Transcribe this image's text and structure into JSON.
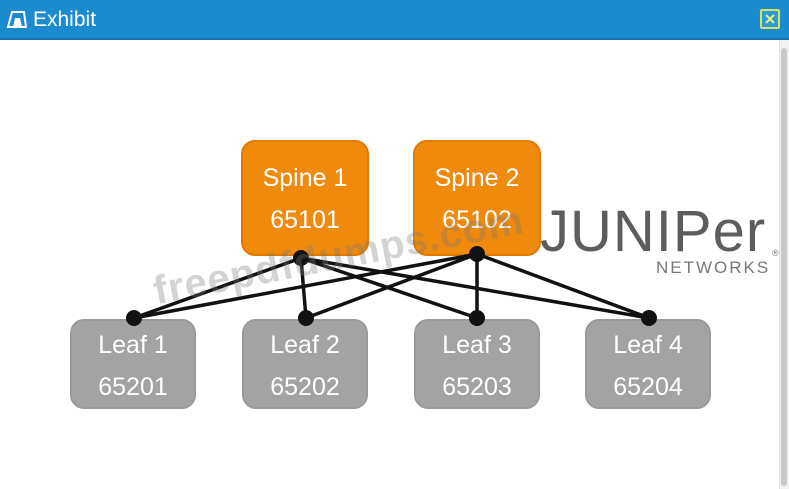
{
  "window": {
    "title": "Exhibit",
    "close_icon": "close-icon"
  },
  "colors": {
    "titlebar": "#1b8bd0",
    "spine": "#f08a0c",
    "leaf": "#a3a3a3",
    "link": "#111111"
  },
  "diagram": {
    "spines": [
      {
        "name": "Spine 1",
        "asn": "65101"
      },
      {
        "name": "Spine 2",
        "asn": "65102"
      }
    ],
    "leaves": [
      {
        "name": "Leaf 1",
        "asn": "65201"
      },
      {
        "name": "Leaf 2",
        "asn": "65202"
      },
      {
        "name": "Leaf 3",
        "asn": "65203"
      },
      {
        "name": "Leaf 4",
        "asn": "65204"
      }
    ],
    "links": [
      {
        "spine": 0,
        "leaf": 0
      },
      {
        "spine": 0,
        "leaf": 1
      },
      {
        "spine": 0,
        "leaf": 2
      },
      {
        "spine": 0,
        "leaf": 3
      },
      {
        "spine": 1,
        "leaf": 0
      },
      {
        "spine": 1,
        "leaf": 1
      },
      {
        "spine": 1,
        "leaf": 2
      },
      {
        "spine": 1,
        "leaf": 3
      }
    ]
  },
  "brand": {
    "word": "JUNIPer",
    "sub": "NETWORKS",
    "reg": "®"
  },
  "watermark": "freepdfdumps.com"
}
